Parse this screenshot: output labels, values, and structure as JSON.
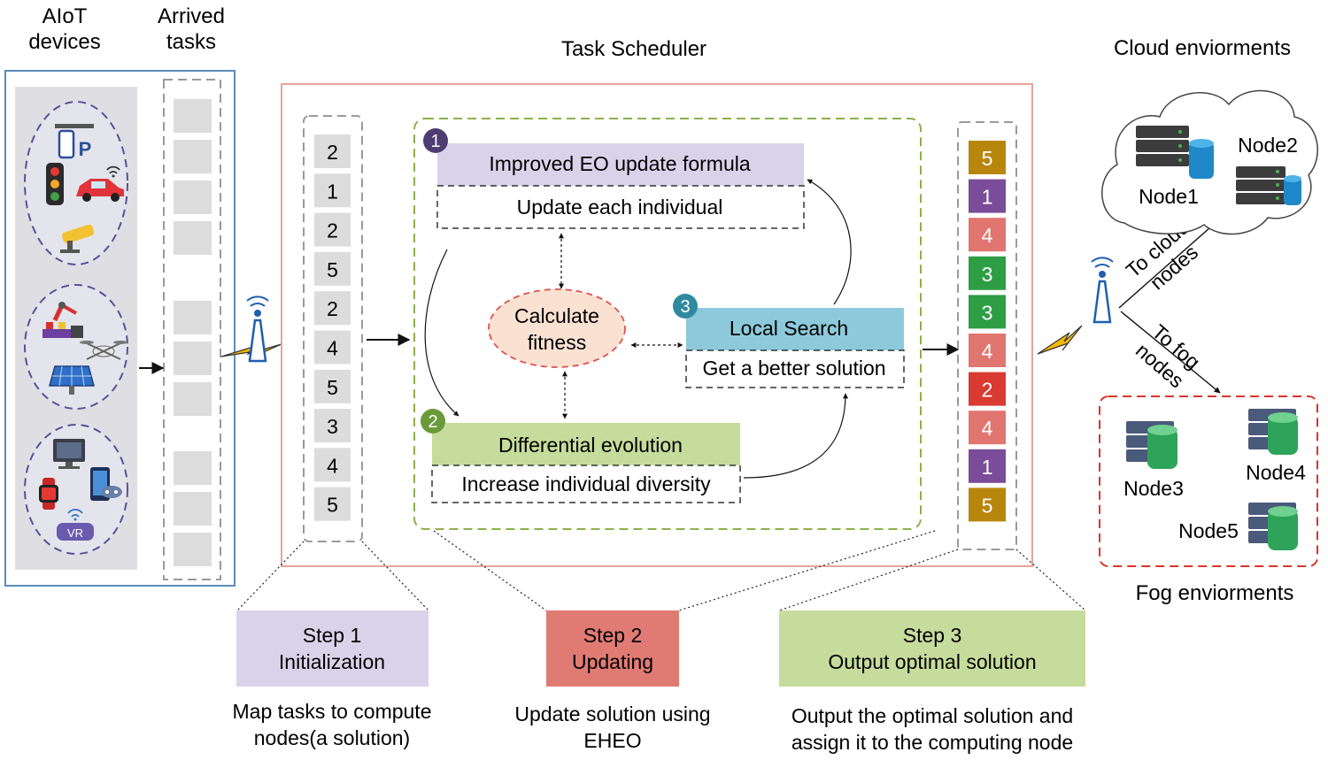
{
  "headers": {
    "aiot_l1": "AIoT",
    "aiot_l2": "devices",
    "arrived_l1": "Arrived",
    "arrived_l2": "tasks",
    "scheduler": "Task Scheduler",
    "cloud": "Cloud enviorments",
    "fog": "Fog enviorments"
  },
  "device_icons": [
    {
      "name": "parking-sign-icon"
    },
    {
      "name": "traffic-light-icon"
    },
    {
      "name": "car-icon"
    },
    {
      "name": "wifi-icon"
    },
    {
      "name": "cctv-camera-icon"
    },
    {
      "name": "robot-arm-icon"
    },
    {
      "name": "drone-icon"
    },
    {
      "name": "solar-panel-icon"
    },
    {
      "name": "desktop-computer-icon"
    },
    {
      "name": "smartwatch-icon"
    },
    {
      "name": "smartphone-gamepad-icon"
    },
    {
      "name": "vr-headset-icon"
    }
  ],
  "vr_label": "VR",
  "init_solution": [
    "2",
    "1",
    "2",
    "5",
    "2",
    "4",
    "5",
    "3",
    "4",
    "5"
  ],
  "output_solution": [
    {
      "v": "5",
      "color": "#b8860b"
    },
    {
      "v": "1",
      "color": "#7a4c9a"
    },
    {
      "v": "4",
      "color": "#e0766f"
    },
    {
      "v": "3",
      "color": "#2e9e45"
    },
    {
      "v": "3",
      "color": "#2e9e45"
    },
    {
      "v": "4",
      "color": "#e0766f"
    },
    {
      "v": "2",
      "color": "#d93a32"
    },
    {
      "v": "4",
      "color": "#e0766f"
    },
    {
      "v": "1",
      "color": "#7a4c9a"
    },
    {
      "v": "5",
      "color": "#b8860b"
    }
  ],
  "eheo": {
    "b1_num": "1",
    "b1_title": "Improved EO update formula",
    "b1_sub": "Update each individual",
    "b2_num": "2",
    "b2_title": "Differential evolution",
    "b2_sub": "Increase individual diversity",
    "b3_num": "3",
    "b3_title": "Local Search",
    "b3_sub": "Get a better solution",
    "fitness_l1": "Calculate",
    "fitness_l2": "fitness"
  },
  "nodes": {
    "n1": "Node1",
    "n2": "Node2",
    "n3": "Node3",
    "n4": "Node4",
    "n5": "Node5",
    "to_cloud_l1": "To cloud",
    "to_cloud_l2": "nodes",
    "to_fog_l1": "To fog",
    "to_fog_l2": "nodes"
  },
  "steps": {
    "s1_l1": "Step 1",
    "s1_l2": "Initialization",
    "s1_d1": "Map tasks to compute",
    "s1_d2": "nodes(a solution)",
    "s2_l1": "Step 2",
    "s2_l2": "Updating",
    "s2_d1": "Update solution using",
    "s2_d2": "EHEO",
    "s3_l1": "Step 3",
    "s3_l2": "Output optimal solution",
    "s3_d1": "Output the optimal solution and",
    "s3_d2": "assign it to the computing node"
  },
  "colors": {
    "device_frame": "#5b8db8",
    "scheduler_frame": "#e8a49a",
    "eheo_frame": "#8db04a",
    "fog_frame": "#d8362b",
    "step1": "#d9d3ea",
    "step2": "#e07b74",
    "step3": "#c6dc9c",
    "b1": "#d9d3ea",
    "b2": "#c6dc9c",
    "b3": "#8ccadb",
    "fitness": "#fbe1d2",
    "num1": "#4e3d73",
    "num2": "#6a9a3a",
    "num3": "#2f8aa0"
  }
}
